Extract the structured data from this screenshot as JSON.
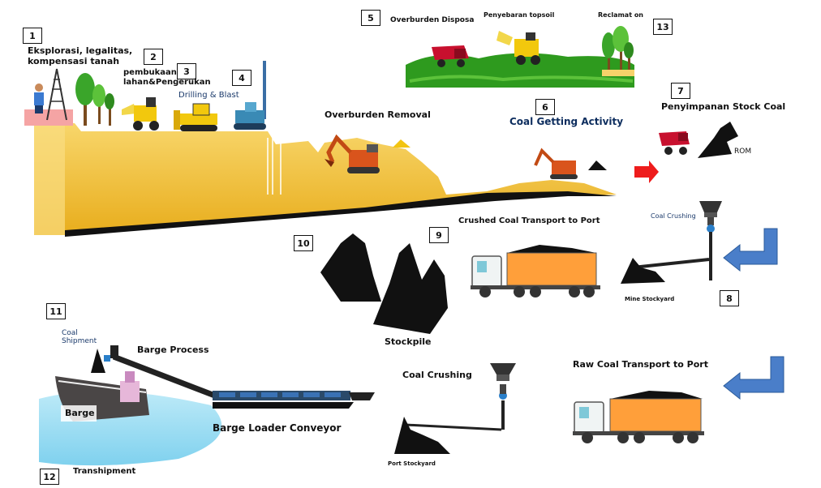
{
  "steps": [
    {
      "number": "1",
      "label": "Eksplorasi, legalitas,\nkompensasi tanah"
    },
    {
      "number": "2",
      "label": "pembukaan\nlahan&Pengerukan"
    },
    {
      "number": "3",
      "label": ""
    },
    {
      "number": "4",
      "label": "Drilling & Blast"
    },
    {
      "number": "5",
      "label": "Overburden Disposa"
    },
    {
      "number": "6",
      "label": "Coal Getting Activity"
    },
    {
      "number": "7",
      "label": "Penyimpanan Stock Coal"
    },
    {
      "number": "8",
      "label": ""
    },
    {
      "number": "9",
      "label": "Crushed Coal Transport to Port"
    },
    {
      "number": "10",
      "label": ""
    },
    {
      "number": "11",
      "label": "Coal\nShipment"
    },
    {
      "number": "12",
      "label": "Transhipment"
    },
    {
      "number": "13",
      "label": "Reclamat on"
    }
  ],
  "labels": {
    "topsoil": "Penyebaran topsoil",
    "overburden_removal": "Overburden Removal",
    "rom": "ROM",
    "coal_crushing_mine": "Coal Crushing",
    "mine_stockyard": "Mine Stockyard",
    "stockpile": "Stockpile",
    "barge_process": "Barge Process",
    "barge": "Barge",
    "barge_loader": "Barge Loader Conveyor",
    "coal_crushing_port": "Coal Crushing",
    "port_stockyard": "Port Stockyard",
    "raw_coal_transport": "Raw Coal Transport to Port"
  },
  "colors": {
    "ground": "#f6cb45",
    "ground_dark": "#e3a617",
    "grass": "#2e9a1e",
    "coal": "#111111",
    "truck_body": "#ff9f3a",
    "arrow_blue": "#4a7ec9",
    "arrow_red": "#ee1c1c",
    "water": "#8fd8f0"
  }
}
